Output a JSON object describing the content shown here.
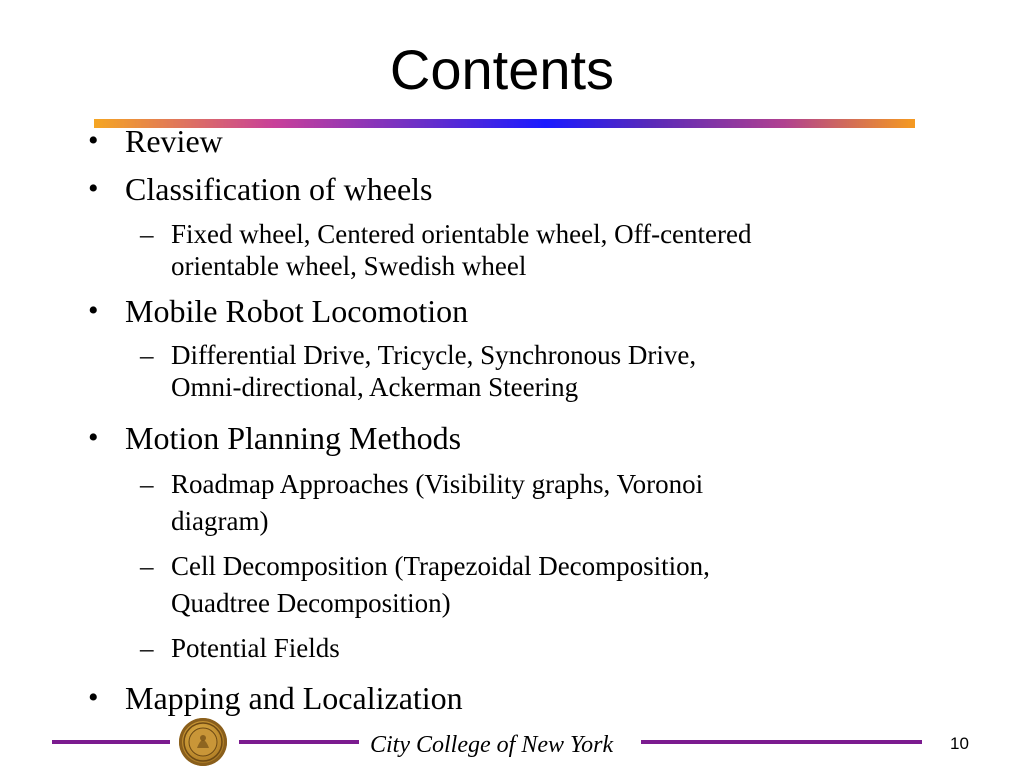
{
  "slide": {
    "title": "Contents",
    "items": [
      {
        "text": "Review",
        "sub": []
      },
      {
        "text": "Classification of wheels",
        "sub": [
          [
            "Fixed wheel, Centered orientable wheel, Off-centered",
            "orientable wheel, Swedish wheel"
          ]
        ]
      },
      {
        "text": "Mobile Robot Locomotion",
        "sub": [
          [
            "Differential Drive, Tricycle, Synchronous Drive,",
            "Omni-directional, Ackerman Steering"
          ]
        ]
      },
      {
        "text": "Motion Planning Methods",
        "sub": [
          [
            "Roadmap Approaches (Visibility graphs, Voronoi",
            "diagram)"
          ],
          [
            "Cell Decomposition (Trapezoidal Decomposition,",
            "Quadtree Decomposition)"
          ],
          [
            "Potential Fields"
          ]
        ]
      },
      {
        "text": "Mapping and Localization",
        "sub": []
      }
    ],
    "bullet_symbol": "•",
    "dash_symbol": "–"
  },
  "footer": {
    "institution": "City College of New York",
    "page_number": "10",
    "accent_color": "#7b1b8f"
  }
}
